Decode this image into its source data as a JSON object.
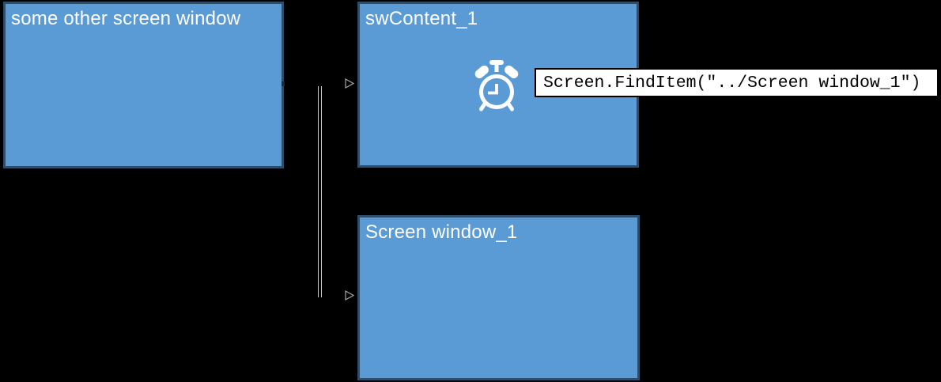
{
  "diagram": {
    "background": "#000000",
    "nodes": [
      {
        "id": "some-other-screen-window",
        "label": "some other screen window"
      },
      {
        "id": "swcontent-1",
        "label": "swContent_1"
      },
      {
        "id": "screen-window-1",
        "label": "Screen window_1"
      }
    ],
    "annotation": {
      "text": "Screen.FindItem(\"../Screen window_1\")",
      "bg": "#FFFFFF",
      "text_color": "#000000",
      "border_color": "#000000"
    },
    "icons": {
      "alarm_clock": "alarm-clock-icon",
      "arrow": "chevron-right-arrow-icon"
    },
    "colors": {
      "node_fill": "#5B9BD5",
      "node_border": "#2E4D6B",
      "node_text": "#FFFFFF",
      "connector_line": "#CFCFCF",
      "arrow": "#A8A8A8",
      "icon": "#FFFFFF"
    }
  }
}
